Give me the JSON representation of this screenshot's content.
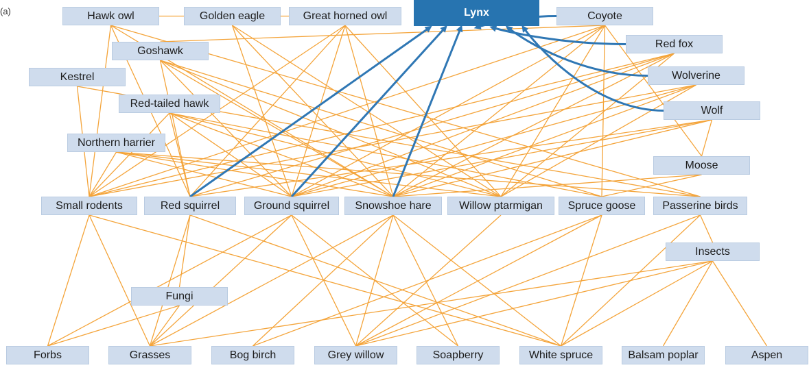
{
  "panel_label": "(a)",
  "colors": {
    "link": "#f4a43a",
    "lynx_link": "#2f77b4",
    "node_fill": "#cfdced",
    "focal_fill": "#2774b0"
  },
  "nodes": {
    "lynx": "Lynx",
    "hawk_owl": "Hawk owl",
    "golden_eagle": "Golden eagle",
    "great_horned_owl": "Great horned owl",
    "coyote": "Coyote",
    "red_fox": "Red fox",
    "goshawk": "Goshawk",
    "kestrel": "Kestrel",
    "wolverine": "Wolverine",
    "red_tailed_hawk": "Red-tailed hawk",
    "wolf": "Wolf",
    "northern_harrier": "Northern harrier",
    "moose": "Moose",
    "small_rodents": "Small rodents",
    "red_squirrel": "Red squirrel",
    "ground_squirrel": "Ground squirrel",
    "snowshoe_hare": "Snowshoe hare",
    "willow_ptarmigan": "Willow ptarmigan",
    "spruce_goose": "Spruce goose",
    "passerine_birds": "Passerine birds",
    "insects": "Insects",
    "fungi": "Fungi",
    "forbs": "Forbs",
    "grasses": "Grasses",
    "bog_birch": "Bog birch",
    "grey_willow": "Grey willow",
    "soapberry": "Soapberry",
    "white_spruce": "White spruce",
    "balsam_poplar": "Balsam poplar",
    "aspen": "Aspen"
  },
  "lynx_links": [
    [
      "red_squirrel",
      "lynx"
    ],
    [
      "ground_squirrel",
      "lynx"
    ],
    [
      "snowshoe_hare",
      "lynx"
    ],
    [
      "coyote",
      "lynx"
    ],
    [
      "red_fox",
      "lynx"
    ],
    [
      "wolverine",
      "lynx"
    ],
    [
      "wolf",
      "lynx"
    ]
  ],
  "links": [
    [
      "hawk_owl",
      "small_rodents"
    ],
    [
      "hawk_owl",
      "red_squirrel"
    ],
    [
      "hawk_owl",
      "snowshoe_hare"
    ],
    [
      "hawk_owl",
      "passerine_birds"
    ],
    [
      "hawk_owl",
      "great_horned_owl"
    ],
    [
      "golden_eagle",
      "ground_squirrel"
    ],
    [
      "golden_eagle",
      "snowshoe_hare"
    ],
    [
      "golden_eagle",
      "willow_ptarmigan"
    ],
    [
      "great_horned_owl",
      "small_rodents"
    ],
    [
      "great_horned_owl",
      "red_squirrel"
    ],
    [
      "great_horned_owl",
      "ground_squirrel"
    ],
    [
      "great_horned_owl",
      "snowshoe_hare"
    ],
    [
      "great_horned_owl",
      "willow_ptarmigan"
    ],
    [
      "goshawk",
      "red_squirrel"
    ],
    [
      "goshawk",
      "ground_squirrel"
    ],
    [
      "goshawk",
      "snowshoe_hare"
    ],
    [
      "goshawk",
      "willow_ptarmigan"
    ],
    [
      "goshawk",
      "spruce_goose"
    ],
    [
      "goshawk",
      "coyote"
    ],
    [
      "kestrel",
      "small_rodents"
    ],
    [
      "kestrel",
      "passerine_birds"
    ],
    [
      "red_tailed_hawk",
      "small_rodents"
    ],
    [
      "red_tailed_hawk",
      "red_squirrel"
    ],
    [
      "red_tailed_hawk",
      "ground_squirrel"
    ],
    [
      "red_tailed_hawk",
      "snowshoe_hare"
    ],
    [
      "red_tailed_hawk",
      "willow_ptarmigan"
    ],
    [
      "red_tailed_hawk",
      "spruce_goose"
    ],
    [
      "northern_harrier",
      "small_rodents"
    ],
    [
      "northern_harrier",
      "ground_squirrel"
    ],
    [
      "northern_harrier",
      "snowshoe_hare"
    ],
    [
      "northern_harrier",
      "willow_ptarmigan"
    ],
    [
      "northern_harrier",
      "passerine_birds"
    ],
    [
      "coyote",
      "small_rodents"
    ],
    [
      "coyote",
      "ground_squirrel"
    ],
    [
      "coyote",
      "snowshoe_hare"
    ],
    [
      "coyote",
      "willow_ptarmigan"
    ],
    [
      "coyote",
      "spruce_goose"
    ],
    [
      "coyote",
      "moose"
    ],
    [
      "red_fox",
      "small_rodents"
    ],
    [
      "red_fox",
      "red_squirrel"
    ],
    [
      "red_fox",
      "ground_squirrel"
    ],
    [
      "red_fox",
      "snowshoe_hare"
    ],
    [
      "red_fox",
      "willow_ptarmigan"
    ],
    [
      "wolverine",
      "small_rodents"
    ],
    [
      "wolverine",
      "ground_squirrel"
    ],
    [
      "wolverine",
      "snowshoe_hare"
    ],
    [
      "wolverine",
      "willow_ptarmigan"
    ],
    [
      "wolf",
      "red_squirrel"
    ],
    [
      "wolf",
      "ground_squirrel"
    ],
    [
      "wolf",
      "snowshoe_hare"
    ],
    [
      "wolf",
      "moose"
    ],
    [
      "moose",
      "spruce_goose"
    ],
    [
      "moose",
      "snowshoe_hare"
    ],
    [
      "small_rodents",
      "forbs"
    ],
    [
      "small_rodents",
      "grasses"
    ],
    [
      "small_rodents",
      "white_spruce"
    ],
    [
      "red_squirrel",
      "fungi"
    ],
    [
      "red_squirrel",
      "white_spruce"
    ],
    [
      "red_squirrel",
      "grasses"
    ],
    [
      "ground_squirrel",
      "forbs"
    ],
    [
      "ground_squirrel",
      "grasses"
    ],
    [
      "ground_squirrel",
      "grey_willow"
    ],
    [
      "ground_squirrel",
      "soapberry"
    ],
    [
      "snowshoe_hare",
      "grasses"
    ],
    [
      "snowshoe_hare",
      "bog_birch"
    ],
    [
      "snowshoe_hare",
      "grey_willow"
    ],
    [
      "snowshoe_hare",
      "soapberry"
    ],
    [
      "snowshoe_hare",
      "white_spruce"
    ],
    [
      "willow_ptarmigan",
      "grey_willow"
    ],
    [
      "spruce_goose",
      "grey_willow"
    ],
    [
      "spruce_goose",
      "white_spruce"
    ],
    [
      "spruce_goose",
      "bog_birch"
    ],
    [
      "passerine_birds",
      "insects"
    ],
    [
      "passerine_birds",
      "white_spruce"
    ],
    [
      "passerine_birds",
      "grey_willow"
    ],
    [
      "insects",
      "grasses"
    ],
    [
      "insects",
      "grey_willow"
    ],
    [
      "insects",
      "white_spruce"
    ],
    [
      "insects",
      "balsam_poplar"
    ],
    [
      "insects",
      "aspen"
    ],
    [
      "fungi",
      "forbs"
    ],
    [
      "fungi",
      "grasses"
    ]
  ]
}
